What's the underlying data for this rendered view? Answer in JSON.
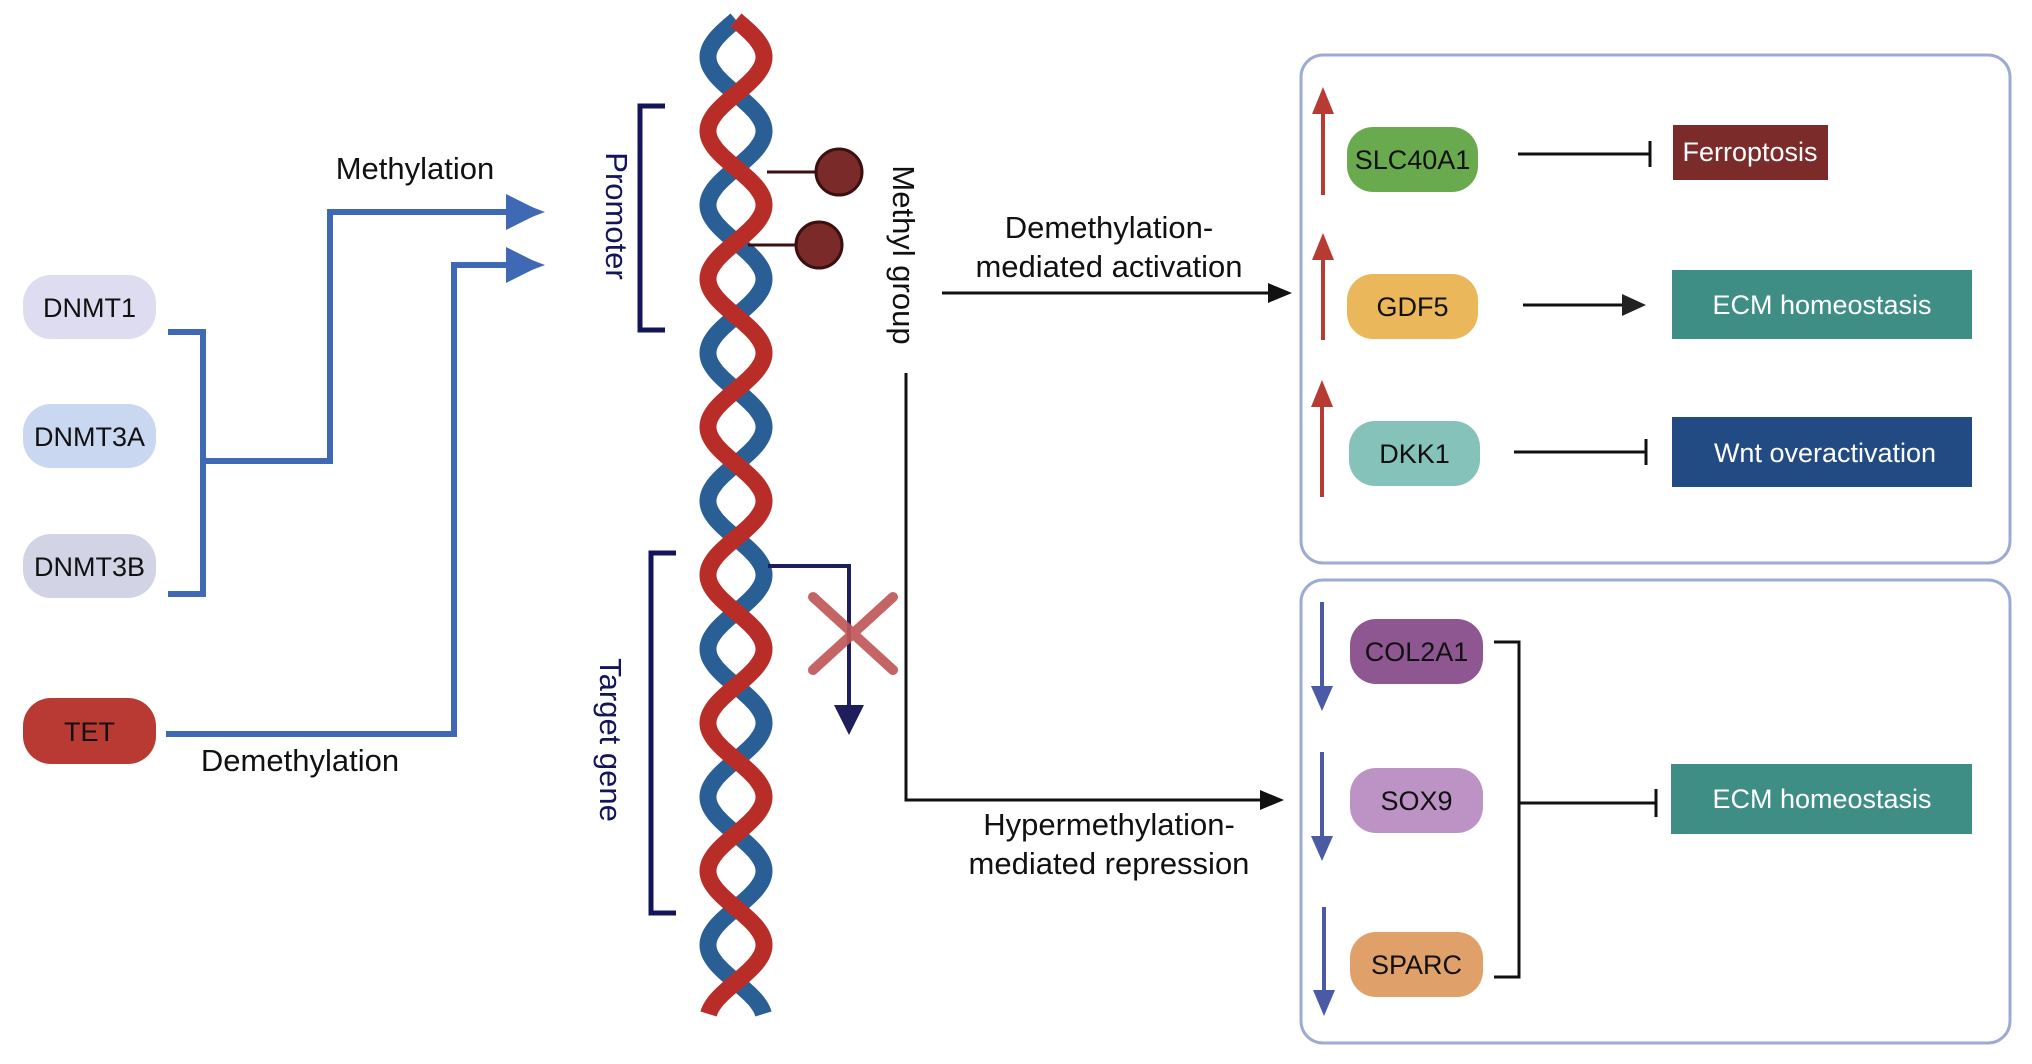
{
  "enzymes": {
    "writers": [
      {
        "label": "DNMT1",
        "color": "#dedcf1"
      },
      {
        "label": "DNMT3A",
        "color": "#c9d7f0"
      },
      {
        "label": "DNMT3B",
        "color": "#d2d4e6"
      }
    ],
    "eraser": {
      "label": "TET",
      "color": "#b83a33"
    },
    "methylation_label": "Methylation",
    "demethylation_label": "Demethylation",
    "arrow_color": "#3f68b5"
  },
  "dna": {
    "promoter_label": "Promoter",
    "target_gene_label": "Target gene",
    "methyl_group_label": "Methyl group",
    "strand_colors": {
      "red": "#b82d28",
      "blue": "#2a5f96"
    },
    "methyl_color": "#7a2a28",
    "bracket_color": "#14145a"
  },
  "pathways": {
    "activation_label_line1": "Demethylation-",
    "activation_label_line2": "mediated activation",
    "repression_label_line1": "Hypermethylation-",
    "repression_label_line2": "mediated repression"
  },
  "upregulated": {
    "arrow_color": "#b73b32",
    "genes": [
      {
        "label": "SLC40A1",
        "color": "#6aaa4e",
        "effect": "inhibits",
        "target": "Ferroptosis",
        "target_color": "#7c2b2b"
      },
      {
        "label": "GDF5",
        "color": "#eab75a",
        "effect": "promotes",
        "target": "ECM homeostasis",
        "target_color": "#3f8e86"
      },
      {
        "label": "DKK1",
        "color": "#85c3ba",
        "effect": "inhibits",
        "target": "Wnt overactivation",
        "target_color": "#234b83"
      }
    ]
  },
  "downregulated": {
    "arrow_color": "#4a5aa5",
    "genes": [
      {
        "label": "COL2A1",
        "color": "#8f5792"
      },
      {
        "label": "SOX9",
        "color": "#bd93c6"
      },
      {
        "label": "SPARC",
        "color": "#e0a069"
      }
    ],
    "effect": "inhibits",
    "target": "ECM homeostasis",
    "target_color": "#3f8e86"
  }
}
